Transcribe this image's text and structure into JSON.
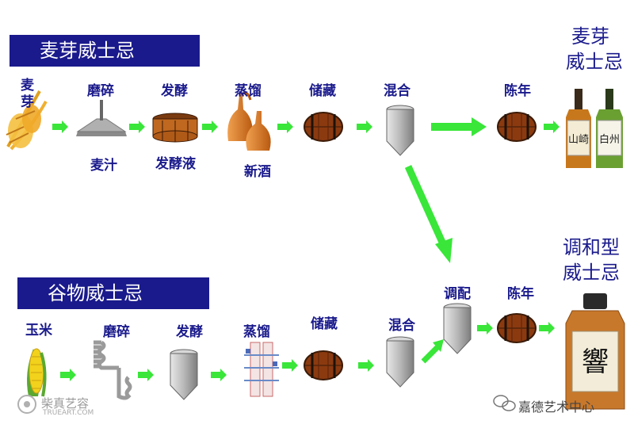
{
  "malt": {
    "title": "麦芽威士忌",
    "raw": "麦芽",
    "steps": [
      "磨碎",
      "发酵",
      "蒸馏",
      "储藏",
      "混合",
      "陈年"
    ],
    "outputs": [
      "麦汁",
      "发酵液",
      "新酒"
    ],
    "product": [
      "麦芽",
      "威士忌"
    ],
    "bottle_labels": [
      "山崎",
      "白州"
    ]
  },
  "grain": {
    "title": "谷物威士忌",
    "raw": "玉米",
    "steps": [
      "磨碎",
      "发酵",
      "蒸馏",
      "储藏",
      "混合",
      "调配",
      "陈年"
    ],
    "product": [
      "调和型",
      "威士忌"
    ],
    "bottle_label": "響"
  },
  "watermarks": {
    "left": "柴真艺容",
    "left_sub": "TRUEART.COM",
    "right": "嘉德艺术中心"
  },
  "colors": {
    "banner": "#1a1a8c",
    "arrow": "#39e639",
    "label": "#1a1a8c",
    "barrel": "#8b3a10",
    "tank": "#a8a8a8"
  }
}
